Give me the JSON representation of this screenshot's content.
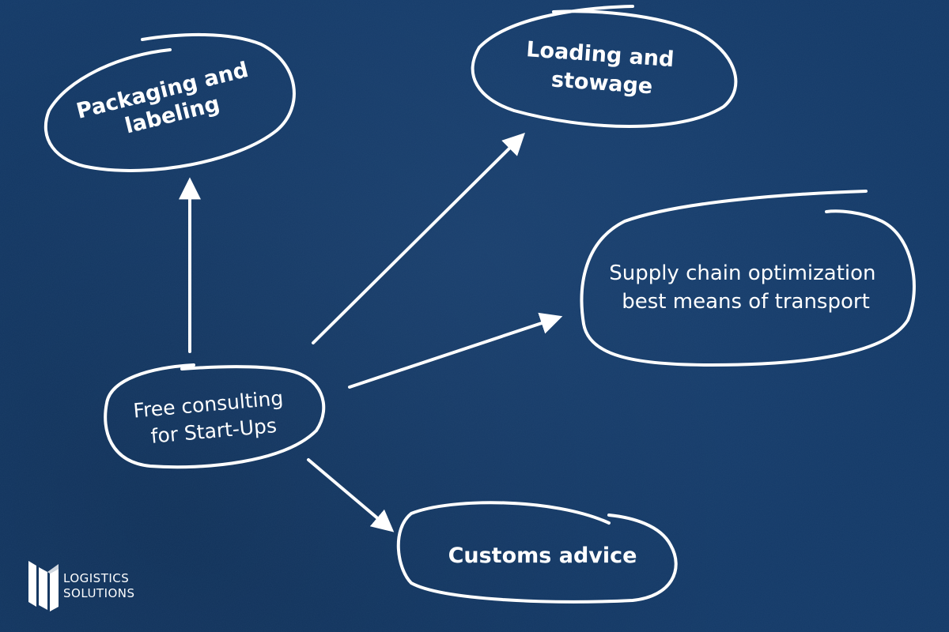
{
  "diagram": {
    "center": {
      "lines": [
        "Free consulting",
        "for Start-Ups"
      ]
    },
    "nodes": [
      {
        "id": "packaging",
        "lines": [
          "Packaging and",
          "labeling"
        ]
      },
      {
        "id": "loading",
        "lines": [
          "Loading and",
          "stowage"
        ]
      },
      {
        "id": "supply-chain",
        "lines": [
          "Supply chain optimization",
          "best means of transport"
        ]
      },
      {
        "id": "customs",
        "lines": [
          "Customs advice"
        ]
      }
    ]
  },
  "brand": {
    "line1": "LOGISTICS",
    "line2": "SOLUTIONS"
  },
  "colors": {
    "background": "#143a68",
    "ink": "#ffffff"
  }
}
